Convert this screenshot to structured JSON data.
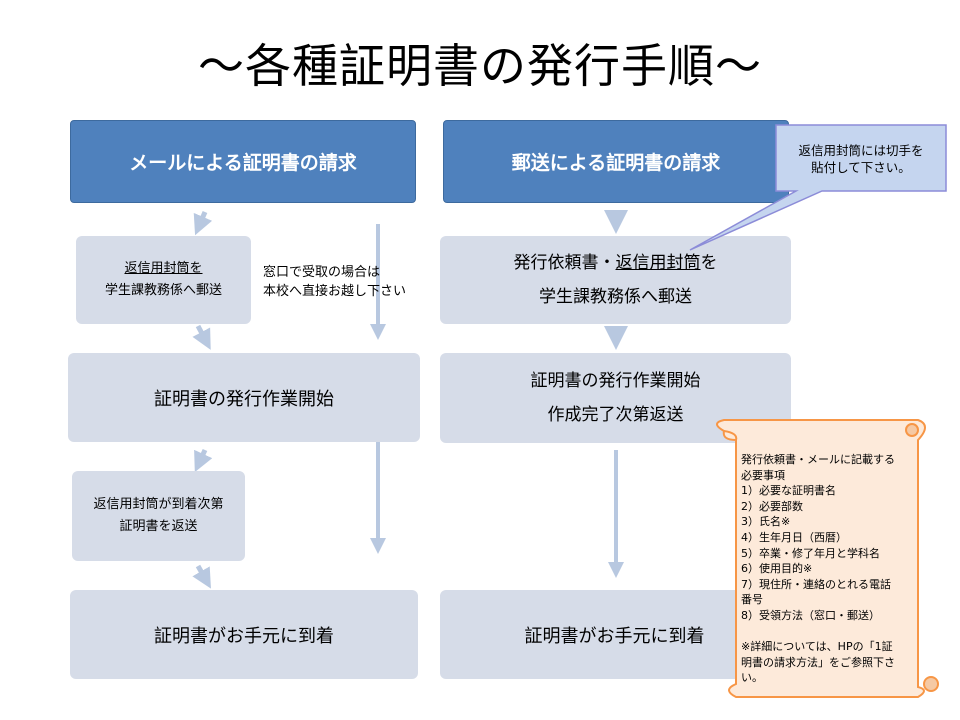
{
  "title": "～各種証明書の発行手順～",
  "left": {
    "header": "メールによる証明書の請求",
    "step1_line1": "返信用封筒を",
    "step1_line2": "学生課教務係へ郵送",
    "window_note_line1": "窓口で受取の場合は",
    "window_note_line2": "本校へ直接お越し下さい",
    "step2": "証明書の発行作業開始",
    "step3_line1": "返信用封筒が到着次第",
    "step3_line2": "証明書を返送",
    "final": "証明書がお手元に到着"
  },
  "right": {
    "header": "郵送による証明書の請求",
    "callout_line1": "返信用封筒には切手を",
    "callout_line2": "貼付して下さい。",
    "step1_part1": "発行依頼書・",
    "step1_part2": "返信用封筒",
    "step1_part3": "を",
    "step1_line2": "学生課教務係へ郵送",
    "step2_line1": "証明書の発行作業開始",
    "step2_line2": "作成完了次第返送",
    "final": "証明書がお手元に到着"
  },
  "scroll": {
    "lines": [
      "発行依頼書・メールに記載する",
      "必要事項",
      "1）必要な証明書名",
      "2）必要部数",
      "3）氏名※",
      "4）生年月日（西暦）",
      "5）卒業・修了年月と学科名",
      "6）使用目的※",
      "7）現住所・連絡のとれる電話",
      "番号",
      "8）受領方法（窓口・郵送）",
      "",
      "※詳細については、HPの「1証",
      "明書の請求方法」をご参照下さ",
      "い。"
    ]
  },
  "colors": {
    "header": "#4f81bd",
    "box": "#d6dce8",
    "arrow": "#b8c8e0",
    "callout": "#c5d5ef",
    "callout_border": "#8c8cd8",
    "scroll_fill": "#fdeada",
    "scroll_border": "#f79646"
  }
}
